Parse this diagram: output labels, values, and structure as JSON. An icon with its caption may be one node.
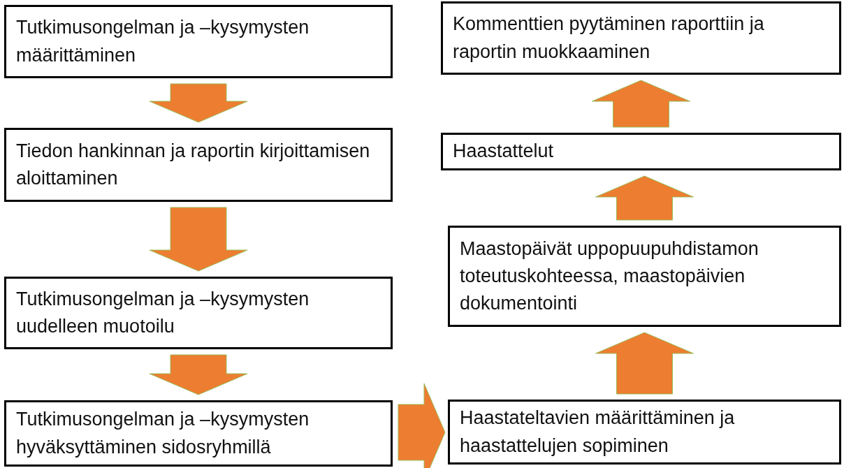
{
  "diagram": {
    "nodes": [
      {
        "text": [
          "Tutkimusongelman ja –kysymysten määrittäminen"
        ]
      },
      {
        "text": [
          "Tiedon hankinnan ja raportin kirjoittamisen aloittaminen"
        ]
      },
      {
        "text": [
          "Tutkimusongelman ja –kysymysten uudelleen muotoilu"
        ]
      },
      {
        "text": [
          "Tutkimusongelman ja –kysymysten hyväksyttäminen sidosryhmillä"
        ]
      },
      {
        "text": [
          "Kommenttien pyytäminen raporttiin ja raportin muokkaaminen"
        ]
      },
      {
        "text": [
          "Haastattelut"
        ]
      },
      {
        "text": [
          "Maastopäivät uppopuupuhdistamon toteutuskohteessa, maastopäivien dokumentointi"
        ]
      },
      {
        "text": [
          "Haastateltavien määrittäminen ja haastattelujen sopiminen"
        ]
      }
    ],
    "edges": [
      {
        "from": 0,
        "to": 1,
        "arrow": "to"
      },
      {
        "from": 1,
        "to": 2,
        "arrow": "to"
      },
      {
        "from": 2,
        "to": 3,
        "arrow": "to"
      },
      {
        "from": 3,
        "to": 7,
        "arrow": "to"
      },
      {
        "from": 7,
        "to": 6,
        "arrow": "to"
      },
      {
        "from": 6,
        "to": 5,
        "arrow": "to"
      },
      {
        "from": 5,
        "to": 4,
        "arrow": "to"
      }
    ]
  }
}
